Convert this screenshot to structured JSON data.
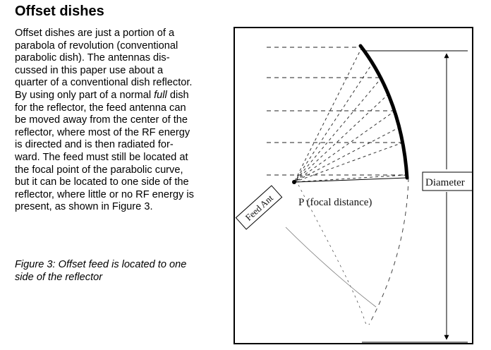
{
  "section": {
    "title": "Offset dishes"
  },
  "body_lines": [
    "Offset dishes are just a portion of a",
    "parabola of revolution (conventional",
    "parabolic dish). The antennas dis-",
    "cussed in this paper use about a",
    "quarter of a conventional dish reflector.",
    "By using only part of a normal ",
    "full",
    " dish",
    "for the reflector, the feed antenna can",
    "be moved away from the center of the",
    "reflector, where most of the RF energy",
    "is directed and is then radiated for-",
    "ward. The feed must still be located at",
    "the focal point of the parabolic curve,",
    "but it can be located to one side of the",
    "reflector, where little or no RF energy is",
    "present, as shown in Figure 3."
  ],
  "caption_lines": [
    "Figure 3: Offset feed is located to one",
    "side of the reflector"
  ],
  "figure": {
    "label_feed": "Feed Ant",
    "label_focal": "P (focal distance)",
    "label_diameter": "Diameter"
  }
}
